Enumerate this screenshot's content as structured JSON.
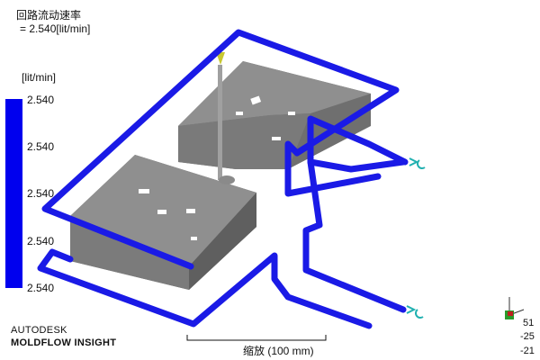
{
  "result": {
    "title": "回路流动速率",
    "value_line": "= 2.540[lit/min]"
  },
  "legend": {
    "unit": "[lit/min]",
    "color": "#0000ee",
    "ticks": [
      "2.540",
      "2.540",
      "2.540",
      "2.540",
      "2.540"
    ]
  },
  "branding": {
    "line1": "AUTODESK",
    "line2": "MOLDFLOW INSIGHT"
  },
  "scale": {
    "label": "缩放 (100 mm)"
  },
  "axes": {
    "labels": [
      "51",
      "-25",
      "-21"
    ]
  },
  "colors": {
    "cooling_channel": "#1a1ae6",
    "part": "#8e8e8e",
    "inlet_marker": "#20b0b0",
    "gate": "#c8c830"
  }
}
